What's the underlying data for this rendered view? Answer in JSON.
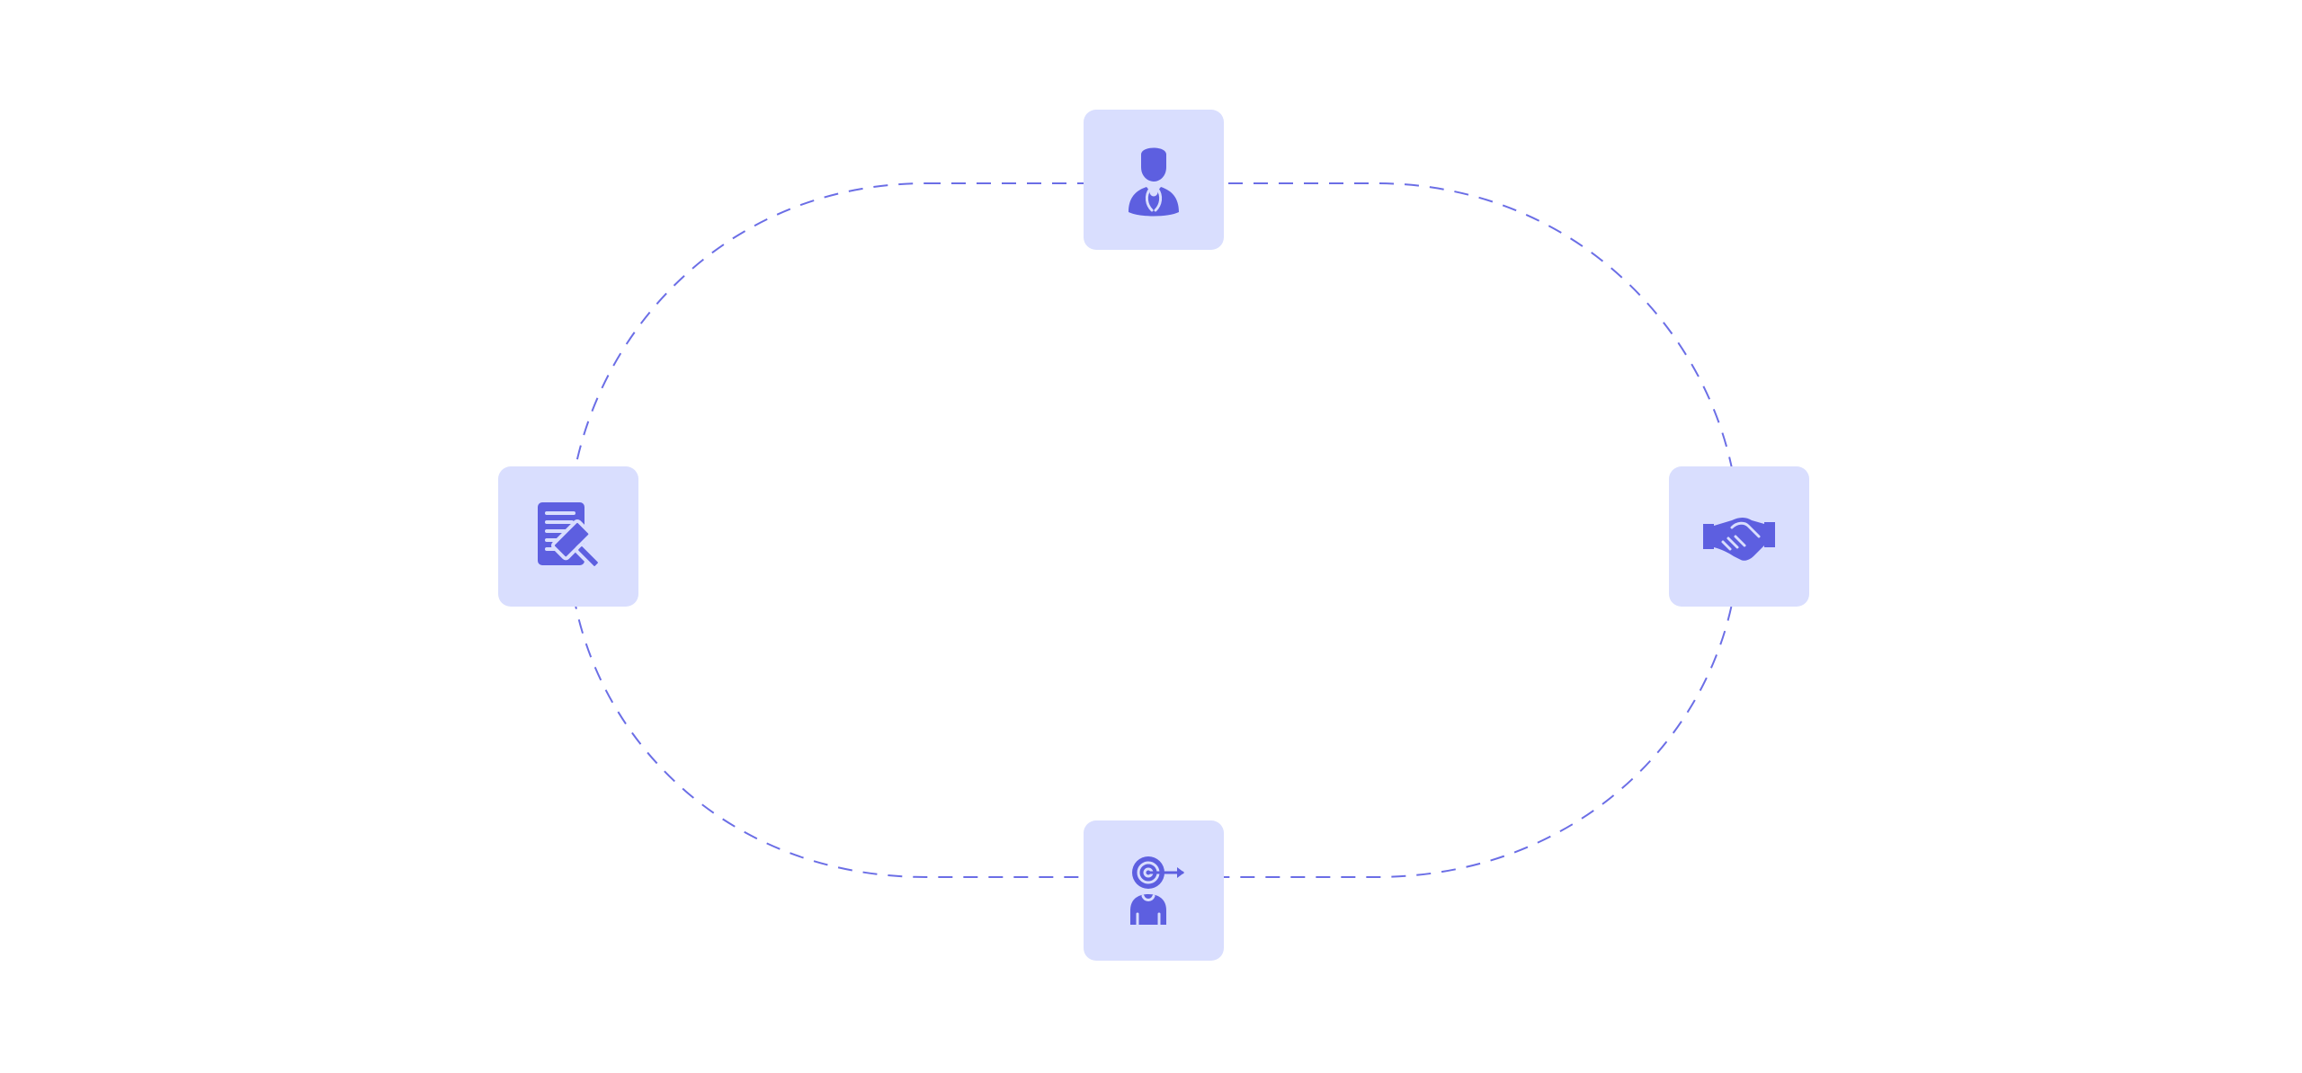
{
  "colors": {
    "background": "#ffffff",
    "node_fill": "#d9defe",
    "icon": "#5d5fe0",
    "connector": "#6b6ee6"
  },
  "diagram": {
    "type": "cycle",
    "connector_style": "dashed",
    "nodes": [
      {
        "position": "top",
        "icon": "lawyer-icon"
      },
      {
        "position": "right",
        "icon": "handshake-icon"
      },
      {
        "position": "bottom",
        "icon": "target-person-icon"
      },
      {
        "position": "left",
        "icon": "legal-document-gavel-icon"
      }
    ]
  }
}
